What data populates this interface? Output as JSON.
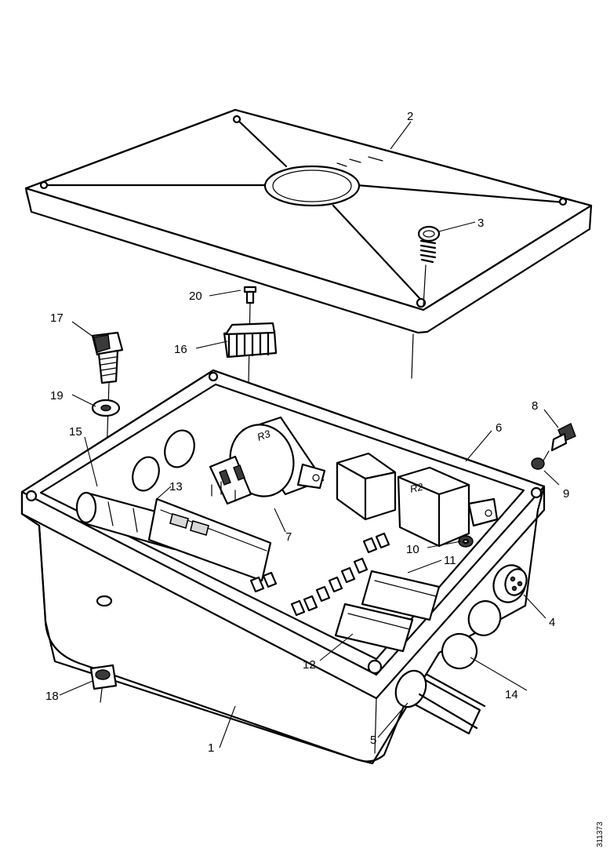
{
  "callouts": {
    "c1": "1",
    "c2": "2",
    "c3": "3",
    "c4": "4",
    "c5": "5",
    "c6": "6",
    "c7": "7",
    "c8": "8",
    "c9": "9",
    "c10": "10",
    "c11": "11",
    "c12": "12",
    "c13": "13",
    "c14": "14",
    "c15": "15",
    "c16": "16",
    "c17": "17",
    "c18": "18",
    "c19": "19",
    "c20": "20"
  },
  "component_marks": {
    "relay_r3": "R3",
    "relay_r2": "R2"
  },
  "document_id": "311373"
}
